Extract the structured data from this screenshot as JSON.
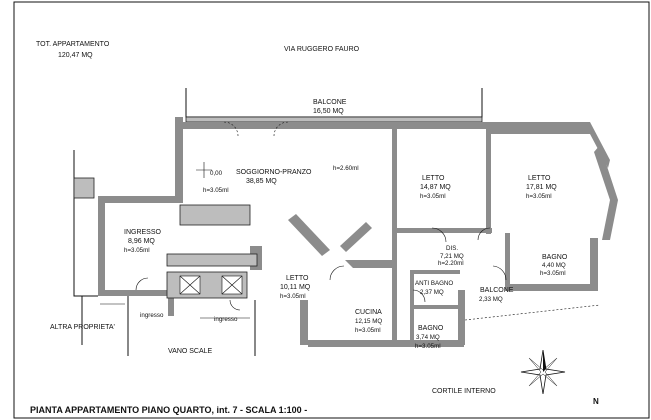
{
  "header": {
    "total_label": "TOT. APPARTAMENTO",
    "total_area": "120,47 MQ",
    "street": "VIA RUGGERO FAURO"
  },
  "rooms": {
    "balcone_top": {
      "name": "BALCONE",
      "area": "16,50 MQ"
    },
    "soggiorno": {
      "name": "SOGGIORNO-PRANZO",
      "area": "38,85 MQ",
      "height": "h=2.60ml"
    },
    "level_mark": {
      "level": "0,00",
      "height": "h=3.05ml"
    },
    "letto1": {
      "name": "LETTO",
      "area": "14,87 MQ",
      "height": "h=3.05ml"
    },
    "letto2": {
      "name": "LETTO",
      "area": "17,81 MQ",
      "height": "h=3.05ml"
    },
    "ingresso": {
      "name": "INGRESSO",
      "area": "8,96 MQ",
      "height": "h=3.05ml"
    },
    "dis": {
      "name": "DIS.",
      "area": "7,21 MQ",
      "height": "h=2.20ml"
    },
    "bagno1": {
      "name": "BAGNO",
      "area": "4,40 MQ",
      "height": "h=3.05ml"
    },
    "letto3": {
      "name": "LETTO",
      "area": "10,11 MQ",
      "height": "h=3.05ml"
    },
    "antibagno": {
      "name": "ANTI BAGNO",
      "area": "2,37 MQ"
    },
    "balcone_small": {
      "name": "BALCONE",
      "area": "2,33 MQ"
    },
    "cucina": {
      "name": "CUCINA",
      "area": "12,15 MQ",
      "height": "h=3.05ml"
    },
    "bagno2": {
      "name": "BAGNO",
      "area": "3,74 MQ",
      "height": "h=3.05ml"
    }
  },
  "labels": {
    "altra_proprieta": "ALTRA PROPRIETA'",
    "ingresso_left": "ingresso",
    "ingresso_right": "ingresso",
    "vano_scale": "VANO SCALE",
    "cortile": "CORTILE INTERNO",
    "north": "N"
  },
  "footer": {
    "title": "PIANTA APPARTAMENTO PIANO QUARTO, int. 7 - SCALA 1:100 -"
  }
}
